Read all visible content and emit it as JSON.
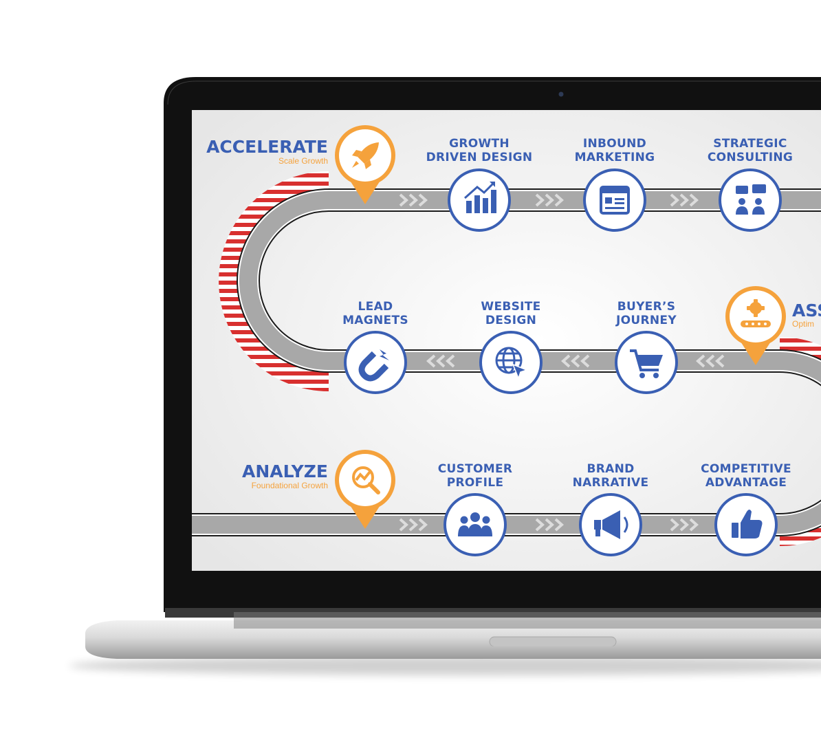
{
  "phases": {
    "accelerate": {
      "title": "ACCELERATE",
      "subtitle": "Scale Growth"
    },
    "assess": {
      "title": "ASS",
      "subtitle": "Optim"
    },
    "analyze": {
      "title": "ANALYZE",
      "subtitle": "Foundational Growth"
    }
  },
  "top_row": [
    {
      "line1": "GROWTH",
      "line2": "DRIVEN DESIGN",
      "icon": "bar-chart-icon"
    },
    {
      "line1": "INBOUND",
      "line2": "MARKETING",
      "icon": "browser-window-icon"
    },
    {
      "line1": "STRATEGIC",
      "line2": "CONSULTING",
      "icon": "consulting-chat-icon"
    }
  ],
  "middle_row": [
    {
      "line1": "LEAD",
      "line2": "MAGNETS",
      "icon": "magnet-icon"
    },
    {
      "line1": "WEBSITE",
      "line2": "DESIGN",
      "icon": "globe-cursor-icon"
    },
    {
      "line1": "BUYER’S",
      "line2": "JOURNEY",
      "icon": "shopping-cart-icon"
    }
  ],
  "bottom_row": [
    {
      "line1": "CUSTOMER",
      "line2": "PROFILE",
      "icon": "people-group-icon"
    },
    {
      "line1": "BRAND",
      "line2": "NARRATIVE",
      "icon": "megaphone-icon"
    },
    {
      "line1": "COMPETITIVE",
      "line2": "ADVANTAGE",
      "icon": "thumbs-up-icon"
    }
  ],
  "colors": {
    "blue": "#3a5fb3",
    "orange": "#f5a23c",
    "road": "#a8a8a8",
    "curb_red": "#d8302f"
  }
}
